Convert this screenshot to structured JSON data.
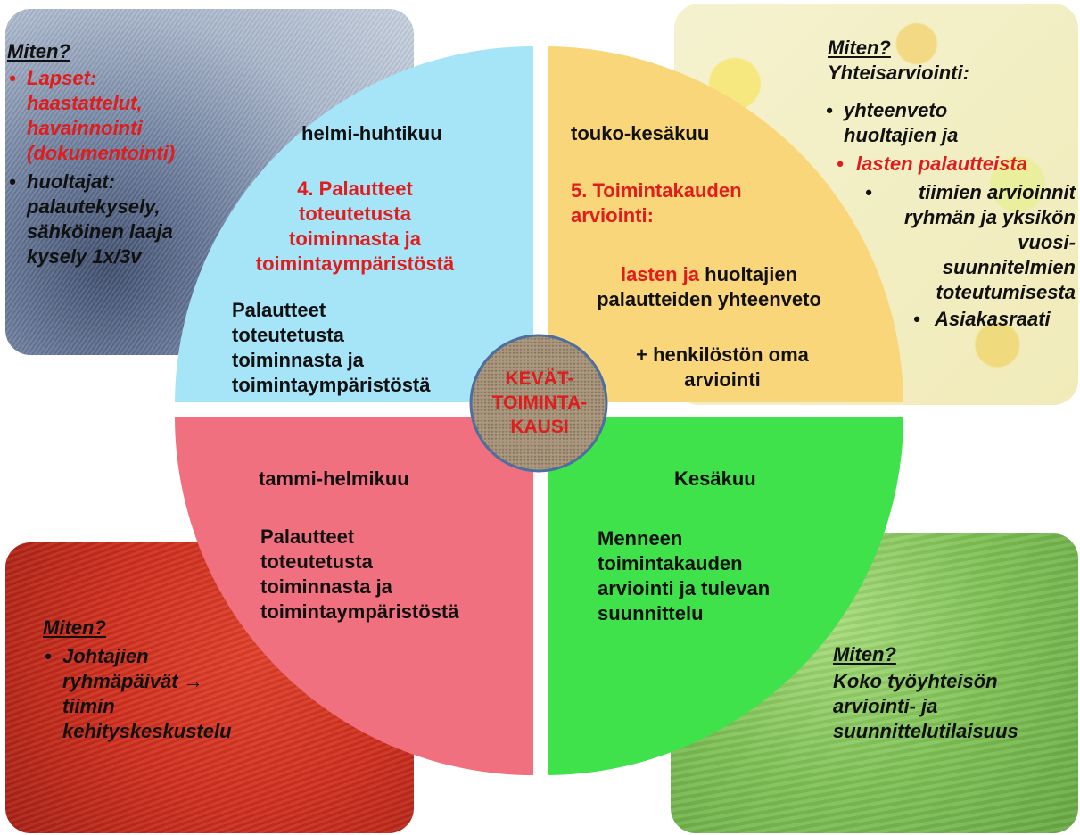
{
  "center": {
    "line1": "KEVÄT-",
    "line2": "TOIMINTA-",
    "line3": "KAUSI"
  },
  "colors": {
    "tl_quadrant": "#a6e4f8",
    "tr_quadrant": "#fad67a",
    "bl_quadrant": "#f07080",
    "br_quadrant": "#3fe24a",
    "accent_red": "#e11c1c"
  },
  "quadrants": {
    "top_left": {
      "period": "helmi-huhtikuu",
      "heading": [
        "4. Palautteet",
        "toteutetusta",
        "toiminnasta ja",
        "toimintaympäristöstä"
      ],
      "body": [
        "Palautteet",
        "toteutetusta",
        "toiminnasta ja",
        "toimintaympäristöstä"
      ]
    },
    "top_right": {
      "period": "touko-kesäkuu",
      "heading": [
        "5. Toimintakauden",
        "arviointi:"
      ],
      "body_red": "lasten ja",
      "body_black": " huoltajien",
      "body_line2": "palautteiden yhteenveto",
      "extra": [
        "+ henkilöstön oma",
        "arviointi"
      ]
    },
    "bottom_left": {
      "period": "tammi-helmikuu",
      "body": [
        "Palautteet",
        "toteutetusta",
        "toiminnasta ja",
        "toimintaympäristöstä"
      ]
    },
    "bottom_right": {
      "period": "Kesäkuu",
      "body": [
        "Menneen",
        "toimintakauden",
        "arviointi ja tulevan",
        "suunnittelu"
      ]
    }
  },
  "corners": {
    "top_left": {
      "title": "Miten?",
      "item1": [
        "Lapset:",
        "haastattelut,",
        "havainnointi",
        "(dokumentointi)"
      ],
      "item2": [
        "huoltajat:",
        "palautekysely,",
        "sähköinen laaja",
        "kysely 1x/3v"
      ]
    },
    "top_right": {
      "title": "Miten?",
      "subtitle": "Yhteisarviointi:",
      "item1": [
        "yhteenveto",
        "huoltajien ja"
      ],
      "item2": "lasten palautteista",
      "item3": [
        "tiimien arvioinnit",
        "ryhmän ja yksikön",
        "vuosi-",
        "suunnitelmien",
        "toteutumisesta"
      ],
      "item4": "Asiakasraati"
    },
    "bottom_left": {
      "title": "Miten?",
      "item1": [
        "Johtajien",
        "ryhmäpäivät →",
        "tiimin",
        "kehityskeskustelu"
      ]
    },
    "bottom_right": {
      "title": "Miten?",
      "lines": [
        "Koko työyhteisön",
        "arviointi- ja",
        "suunnittelutilaisuus"
      ]
    }
  }
}
